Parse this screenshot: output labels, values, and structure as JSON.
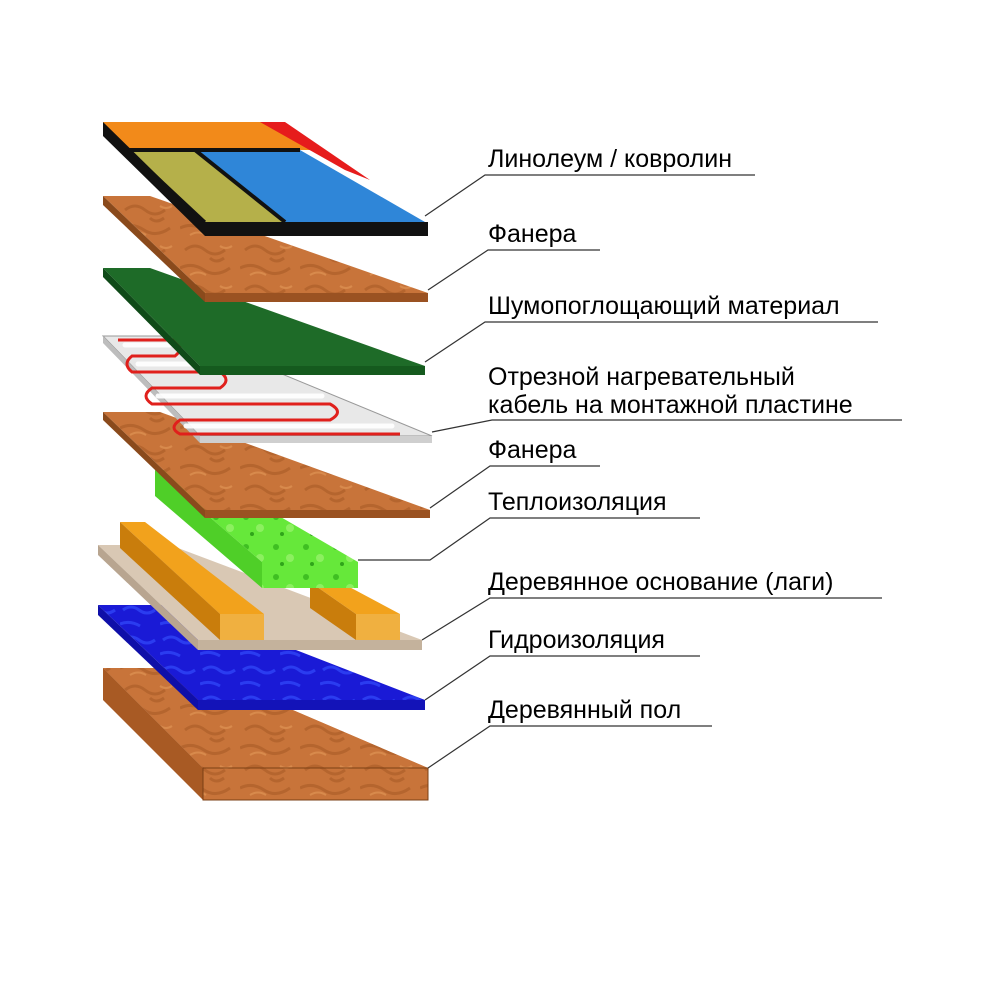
{
  "layers": [
    {
      "id": "linoleum",
      "label": "Линолеум / ковролин"
    },
    {
      "id": "plywood-top",
      "label": "Фанера"
    },
    {
      "id": "sound-absorbing",
      "label": "Шумопоглощающий материал"
    },
    {
      "id": "heating-cable",
      "label_line1": "Отрезной нагревательный",
      "label_line2": "кабель на монтажной пластине"
    },
    {
      "id": "plywood-lower",
      "label": "Фанера"
    },
    {
      "id": "thermal-insulation",
      "label": "Теплоизоляция"
    },
    {
      "id": "wooden-base",
      "label": "Деревянное основание (лаги)"
    },
    {
      "id": "waterproofing",
      "label": "Гидроизоляция"
    },
    {
      "id": "wooden-floor",
      "label": "Деревянный пол"
    }
  ],
  "colors": {
    "plywood": "#c8743a",
    "plywood_dark": "#8a4a1c",
    "green_board": "#1e6b28",
    "foam": "#66e83a",
    "joist": "#f2a21c",
    "base_sheet": "#d9c8b4",
    "waterproof": "#1a1ad6",
    "heating_cable": "#e0201c",
    "leader_line": "#333333"
  }
}
